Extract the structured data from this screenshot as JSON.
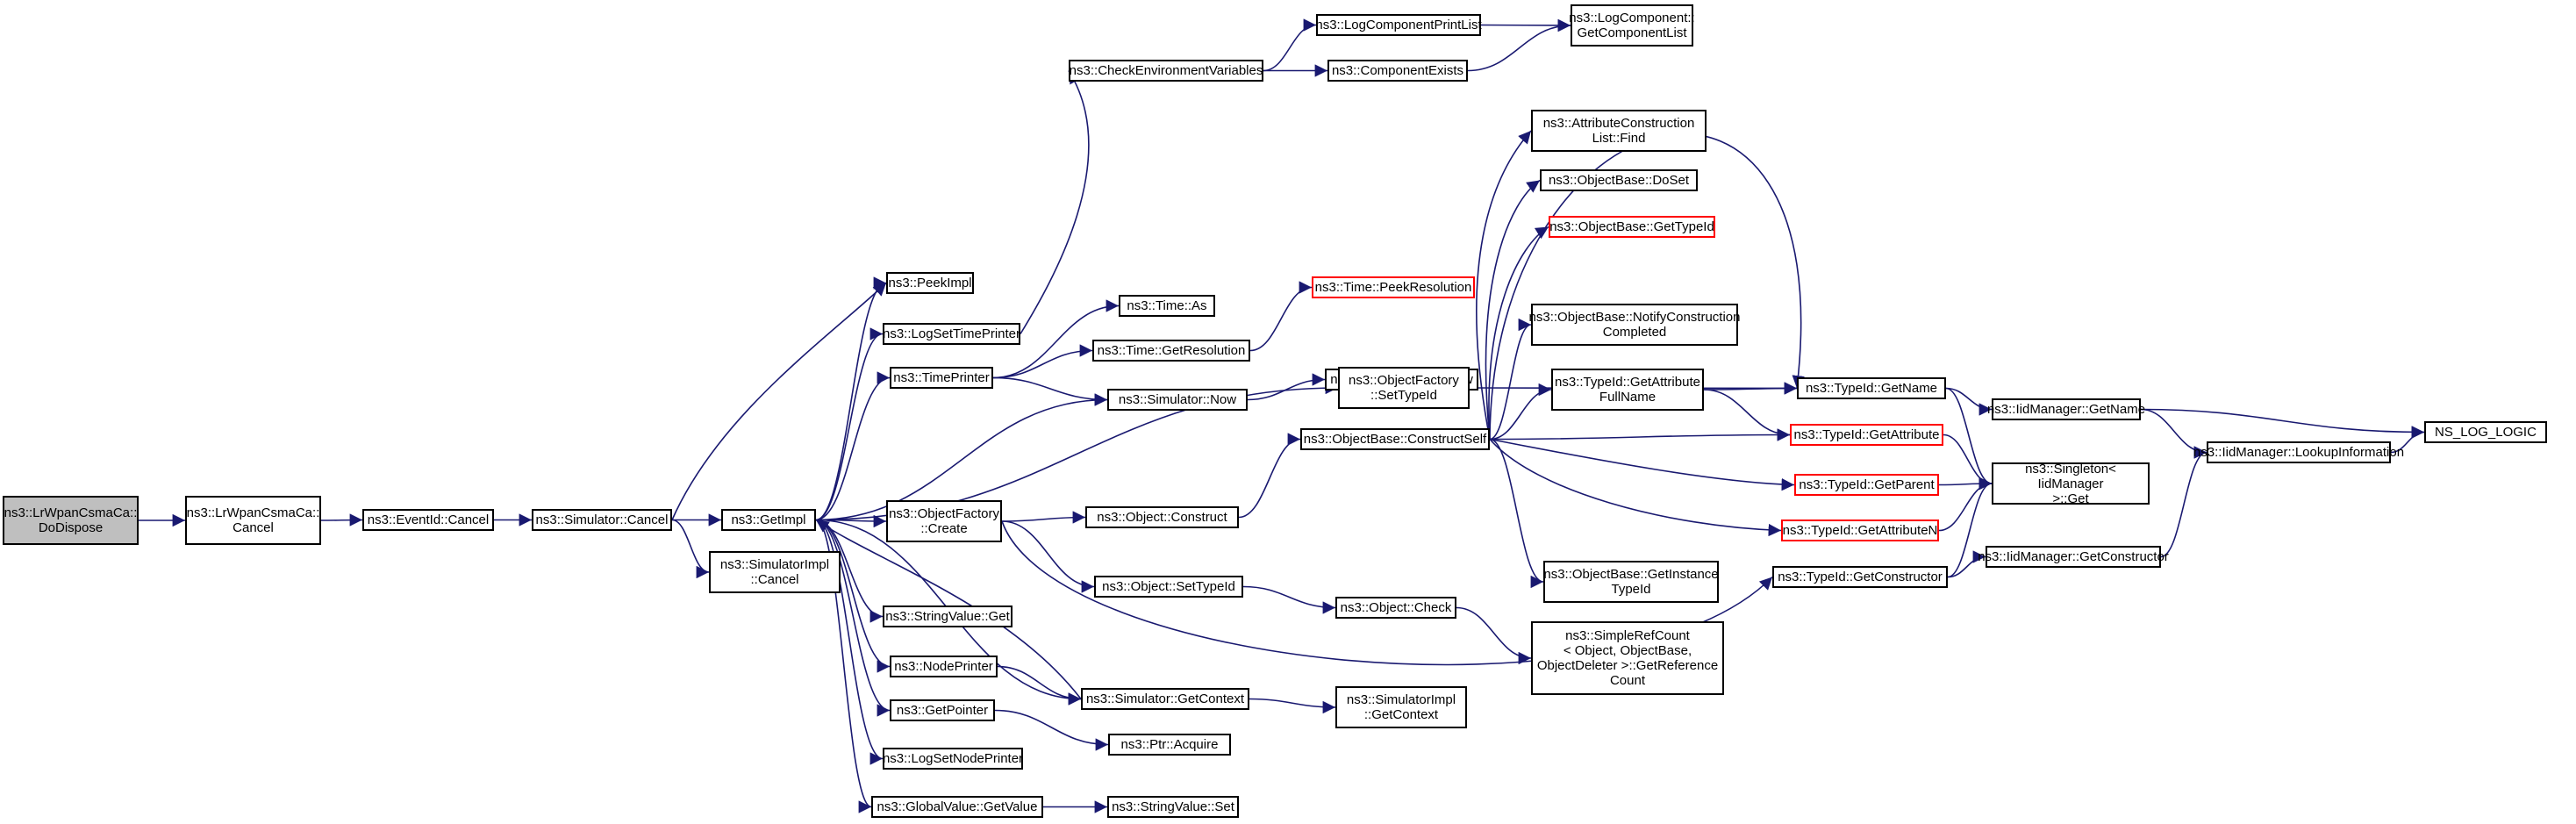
{
  "colors": {
    "edge": "#191970",
    "border": "#000000",
    "truncated_border": "#ff0000",
    "root_fill": "#bfbfbf"
  },
  "nodes": [
    {
      "id": "dodispose",
      "label": "ns3::LrWpanCsmaCa::\nDoDispose",
      "root": true
    },
    {
      "id": "csmacancel",
      "label": "ns3::LrWpanCsmaCa::\nCancel"
    },
    {
      "id": "eventidcancel",
      "label": "ns3::EventId::Cancel"
    },
    {
      "id": "simcancel",
      "label": "ns3::Simulator::Cancel"
    },
    {
      "id": "getimpl",
      "label": "ns3::GetImpl"
    },
    {
      "id": "simimplcancel",
      "label": "ns3::SimulatorImpl\n::Cancel"
    },
    {
      "id": "peekimpl",
      "label": "ns3::PeekImpl"
    },
    {
      "id": "logsettimeprinter",
      "label": "ns3::LogSetTimePrinter"
    },
    {
      "id": "timeprinter",
      "label": "ns3::TimePrinter"
    },
    {
      "id": "checkenv",
      "label": "ns3::CheckEnvironmentVariables"
    },
    {
      "id": "logcompprintlist",
      "label": "ns3::LogComponentPrintList"
    },
    {
      "id": "compexists",
      "label": "ns3::ComponentExists"
    },
    {
      "id": "getcomplist",
      "label": "ns3::LogComponent::\nGetComponentList"
    },
    {
      "id": "timeas",
      "label": "ns3::Time::As"
    },
    {
      "id": "timegetres",
      "label": "ns3::Time::GetResolution"
    },
    {
      "id": "simnow",
      "label": "ns3::Simulator::Now"
    },
    {
      "id": "peekres",
      "label": "ns3::Time::PeekResolution",
      "truncated": true
    },
    {
      "id": "simimplnow",
      "label": "ns3::SimulatorImpl::Now"
    },
    {
      "id": "objfactsettypeid",
      "label": "ns3::ObjectFactory\n::SetTypeId"
    },
    {
      "id": "objfactcreate",
      "label": "ns3::ObjectFactory\n::Create"
    },
    {
      "id": "objconstruct",
      "label": "ns3::Object::Construct"
    },
    {
      "id": "objsettypeid",
      "label": "ns3::Object::SetTypeId"
    },
    {
      "id": "objcheck",
      "label": "ns3::Object::Check"
    },
    {
      "id": "simplerefcount",
      "label": "ns3::SimpleRefCount\n< Object, ObjectBase,\nObjectDeleter >::GetReference\nCount"
    },
    {
      "id": "stringvalget",
      "label": "ns3::StringValue::Get"
    },
    {
      "id": "nodeprinter",
      "label": "ns3::NodePrinter"
    },
    {
      "id": "simgetcontext",
      "label": "ns3::Simulator::GetContext"
    },
    {
      "id": "simimplgetcontext",
      "label": "ns3::SimulatorImpl\n::GetContext"
    },
    {
      "id": "getpointer",
      "label": "ns3::GetPointer"
    },
    {
      "id": "ptracquire",
      "label": "ns3::Ptr::Acquire"
    },
    {
      "id": "logsetnodeprinter",
      "label": "ns3::LogSetNodePrinter"
    },
    {
      "id": "globalvalget",
      "label": "ns3::GlobalValue::GetValue"
    },
    {
      "id": "stringvalset",
      "label": "ns3::StringValue::Set"
    },
    {
      "id": "constructself",
      "label": "ns3::ObjectBase::ConstructSelf"
    },
    {
      "id": "attrconstfind",
      "label": "ns3::AttributeConstruction\nList::Find"
    },
    {
      "id": "objbasedoset",
      "label": "ns3::ObjectBase::DoSet"
    },
    {
      "id": "objbasegettypeid",
      "label": "ns3::ObjectBase::GetTypeId",
      "truncated": true
    },
    {
      "id": "notifyconst",
      "label": "ns3::ObjectBase::NotifyConstruction\nCompleted"
    },
    {
      "id": "getattrfullname",
      "label": "ns3::TypeId::GetAttribute\nFullName"
    },
    {
      "id": "getinstancetypeid",
      "label": "ns3::ObjectBase::GetInstance\nTypeId"
    },
    {
      "id": "typeidgetname",
      "label": "ns3::TypeId::GetName"
    },
    {
      "id": "typeidgetattr",
      "label": "ns3::TypeId::GetAttribute",
      "truncated": true
    },
    {
      "id": "typeidgetparent",
      "label": "ns3::TypeId::GetParent",
      "truncated": true
    },
    {
      "id": "typeidgetattrn",
      "label": "ns3::TypeId::GetAttributeN",
      "truncated": true
    },
    {
      "id": "typeidgetconstructor",
      "label": "ns3::TypeId::GetConstructor"
    },
    {
      "id": "singletonget",
      "label": "ns3::Singleton< IidManager\n>::Get"
    },
    {
      "id": "iidgetname",
      "label": "ns3::IidManager::GetName"
    },
    {
      "id": "iidlookup",
      "label": "ns3::IidManager::LookupInformation"
    },
    {
      "id": "iidgetconstructor",
      "label": "ns3::IidManager::GetConstructor"
    },
    {
      "id": "nslog",
      "label": "NS_LOG_LOGIC"
    }
  ],
  "edges": [
    [
      "dodispose",
      "csmacancel"
    ],
    [
      "csmacancel",
      "eventidcancel"
    ],
    [
      "eventidcancel",
      "simcancel"
    ],
    [
      "simcancel",
      "getimpl"
    ],
    [
      "simcancel",
      "simimplcancel"
    ],
    [
      "simcancel",
      "peekimpl"
    ],
    [
      "getimpl",
      "peekimpl"
    ],
    [
      "getimpl",
      "logsettimeprinter"
    ],
    [
      "getimpl",
      "timeprinter"
    ],
    [
      "getimpl",
      "simnow"
    ],
    [
      "getimpl",
      "objfactsettypeid"
    ],
    [
      "getimpl",
      "objfactcreate"
    ],
    [
      "getimpl",
      "stringvalget"
    ],
    [
      "getimpl",
      "nodeprinter"
    ],
    [
      "getimpl",
      "simgetcontext"
    ],
    [
      "getimpl",
      "getpointer"
    ],
    [
      "getimpl",
      "logsetnodeprinter"
    ],
    [
      "getimpl",
      "globalvalget"
    ],
    [
      "logsettimeprinter",
      "checkenv"
    ],
    [
      "checkenv",
      "logcompprintlist"
    ],
    [
      "checkenv",
      "compexists"
    ],
    [
      "logcompprintlist",
      "getcomplist"
    ],
    [
      "compexists",
      "getcomplist"
    ],
    [
      "timeprinter",
      "timeas"
    ],
    [
      "timeprinter",
      "timegetres"
    ],
    [
      "timeprinter",
      "simnow"
    ],
    [
      "timegetres",
      "peekres"
    ],
    [
      "simnow",
      "simimplnow"
    ],
    [
      "simgetcontext",
      "getimpl"
    ],
    [
      "objfactsettypeid",
      "typeidgetname"
    ],
    [
      "objfactcreate",
      "objconstruct"
    ],
    [
      "objfactcreate",
      "objsettypeid"
    ],
    [
      "objfactcreate",
      "typeidgetconstructor"
    ],
    [
      "objconstruct",
      "constructself"
    ],
    [
      "objsettypeid",
      "objcheck"
    ],
    [
      "objcheck",
      "simplerefcount"
    ],
    [
      "nodeprinter",
      "simgetcontext"
    ],
    [
      "simgetcontext",
      "simimplgetcontext"
    ],
    [
      "getpointer",
      "ptracquire"
    ],
    [
      "globalvalget",
      "stringvalset"
    ],
    [
      "constructself",
      "attrconstfind"
    ],
    [
      "constructself",
      "objbasedoset"
    ],
    [
      "constructself",
      "objbasegettypeid"
    ],
    [
      "constructself",
      "notifyconst"
    ],
    [
      "constructself",
      "getattrfullname"
    ],
    [
      "constructself",
      "typeidgetname"
    ],
    [
      "constructself",
      "typeidgetattr"
    ],
    [
      "constructself",
      "typeidgetparent"
    ],
    [
      "constructself",
      "typeidgetattrn"
    ],
    [
      "constructself",
      "getinstancetypeid"
    ],
    [
      "getattrfullname",
      "typeidgetname"
    ],
    [
      "getattrfullname",
      "typeidgetattr"
    ],
    [
      "typeidgetname",
      "iidgetname"
    ],
    [
      "typeidgetname",
      "singletonget"
    ],
    [
      "typeidgetattr",
      "singletonget"
    ],
    [
      "typeidgetparent",
      "singletonget"
    ],
    [
      "typeidgetattrn",
      "singletonget"
    ],
    [
      "typeidgetconstructor",
      "singletonget"
    ],
    [
      "typeidgetconstructor",
      "iidgetconstructor"
    ],
    [
      "iidgetname",
      "iidlookup"
    ],
    [
      "iidgetname",
      "nslog"
    ],
    [
      "iidlookup",
      "nslog"
    ],
    [
      "iidgetconstructor",
      "iidlookup"
    ]
  ]
}
